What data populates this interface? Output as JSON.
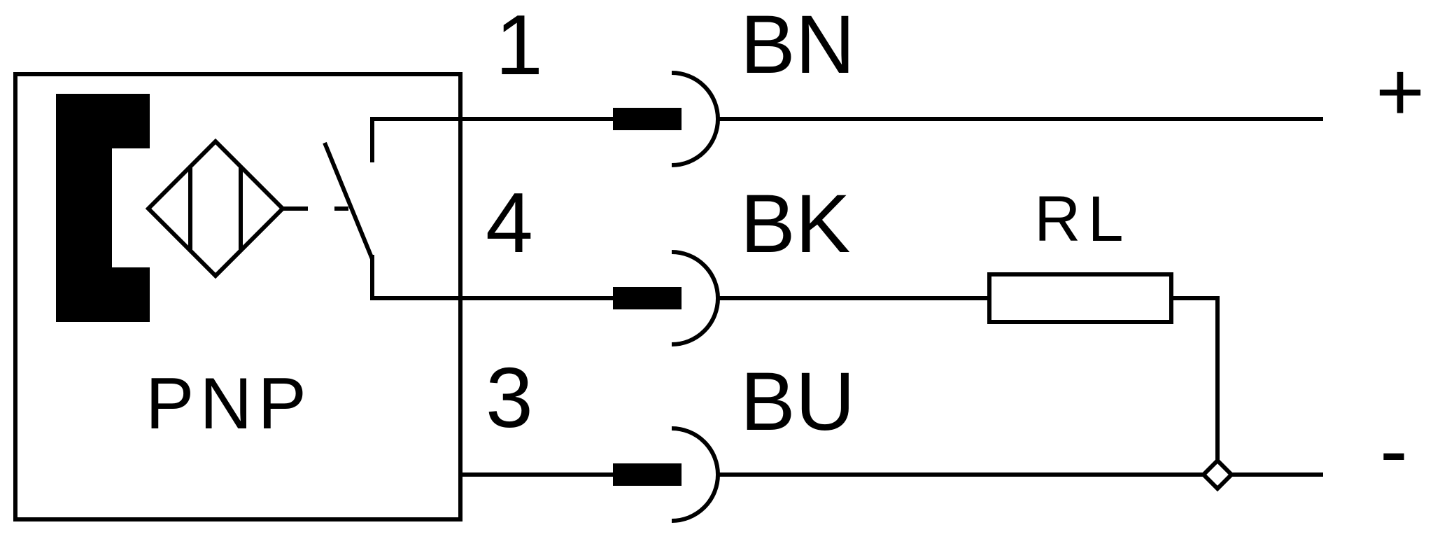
{
  "sensor": {
    "output_type": "PNP"
  },
  "pins": [
    {
      "number": "1",
      "wire_color": "BN"
    },
    {
      "number": "4",
      "wire_color": "BK"
    },
    {
      "number": "3",
      "wire_color": "BU"
    }
  ],
  "load": {
    "label": "RL"
  },
  "supply": {
    "positive": "+",
    "negative": "-"
  }
}
